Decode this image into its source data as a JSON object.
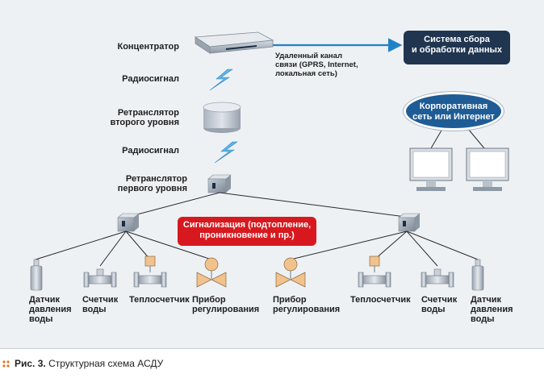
{
  "labels": {
    "concentrator": "Концентратор",
    "radio1": "Радиосигнал",
    "repeater2_l1": "Ретранслятор",
    "repeater2_l2": "второго уровня",
    "radio2": "Радиосигнал",
    "repeater1_l1": "Ретранслятор",
    "repeater1_l2": "первого уровня"
  },
  "remote_channel": {
    "l1": "Удаленный канал",
    "l2": "связи (GPRS, Internet,",
    "l3": "локальная сеть)"
  },
  "collection_system": {
    "l1": "Система сбора",
    "l2": "и обработки данных"
  },
  "corporate_network": {
    "l1": "Корпоративная",
    "l2": "сеть или Интернет"
  },
  "alarm": {
    "l1": "Сигнализация (подтопление,",
    "l2": "проникновение и пр.)"
  },
  "devices_left": {
    "pressure_l1": "Датчик",
    "pressure_l2": "давления",
    "pressure_l3": "воды",
    "meter_l1": "Счетчик",
    "meter_l2": "воды",
    "heatmeter": "Теплосчетчик",
    "regulator_l1": "Прибор",
    "regulator_l2": "регулирования"
  },
  "devices_right": {
    "regulator_l1": "Прибор",
    "regulator_l2": "регулирования",
    "heatmeter": "Теплосчетчик",
    "meter_l1": "Счетчик",
    "meter_l2": "воды",
    "pressure_l1": "Датчик",
    "pressure_l2": "давления",
    "pressure_l3": "воды"
  },
  "caption": {
    "fig": "Рис. 3.",
    "text": " Структурная схема АСДУ"
  },
  "colors": {
    "background": "#eef1f4",
    "dark_box": "#1f3550",
    "bubble": "#1f5c96",
    "alarm": "#d7191f",
    "arrow": "#1f82c8",
    "lightning": "#5fb4e6",
    "valve": "#f2c28c",
    "dots": "#e07a2a"
  },
  "icons": [
    "concentrator-icon",
    "lightning-icon",
    "repeater-cylinder-icon",
    "repeater-box-icon",
    "monitor-icon",
    "pressure-sensor-icon",
    "water-meter-icon",
    "heat-meter-icon",
    "regulator-valve-icon"
  ]
}
